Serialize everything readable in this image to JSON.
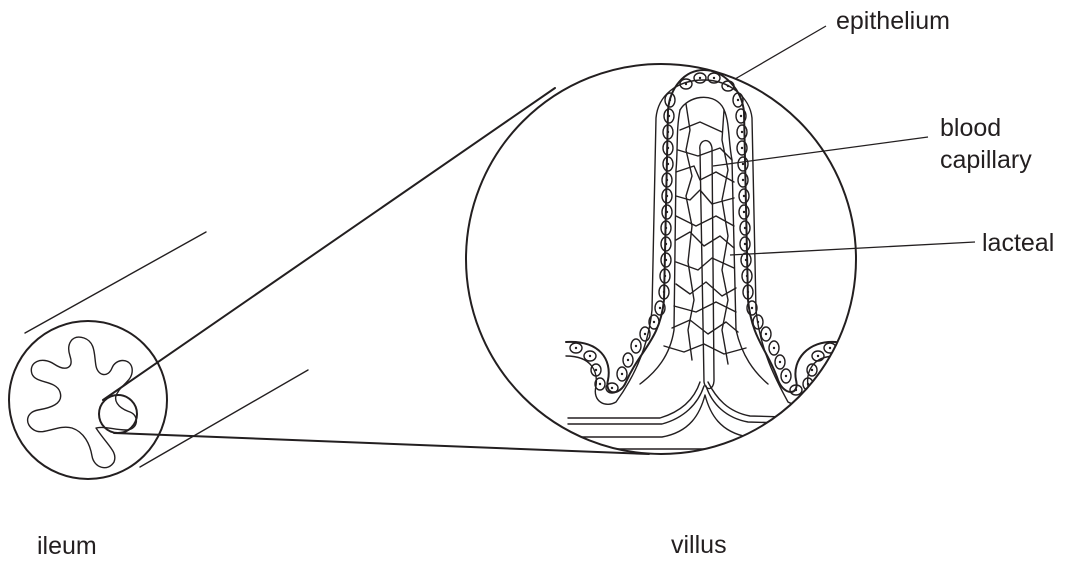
{
  "labels": {
    "epithelium": "epithelium",
    "blood_capillary_line1": "blood",
    "blood_capillary_line2": "capillary",
    "lacteal": "lacteal",
    "ileum": "ileum",
    "villus": "villus"
  },
  "colors": {
    "ink": "#231f20",
    "background": "#ffffff"
  }
}
